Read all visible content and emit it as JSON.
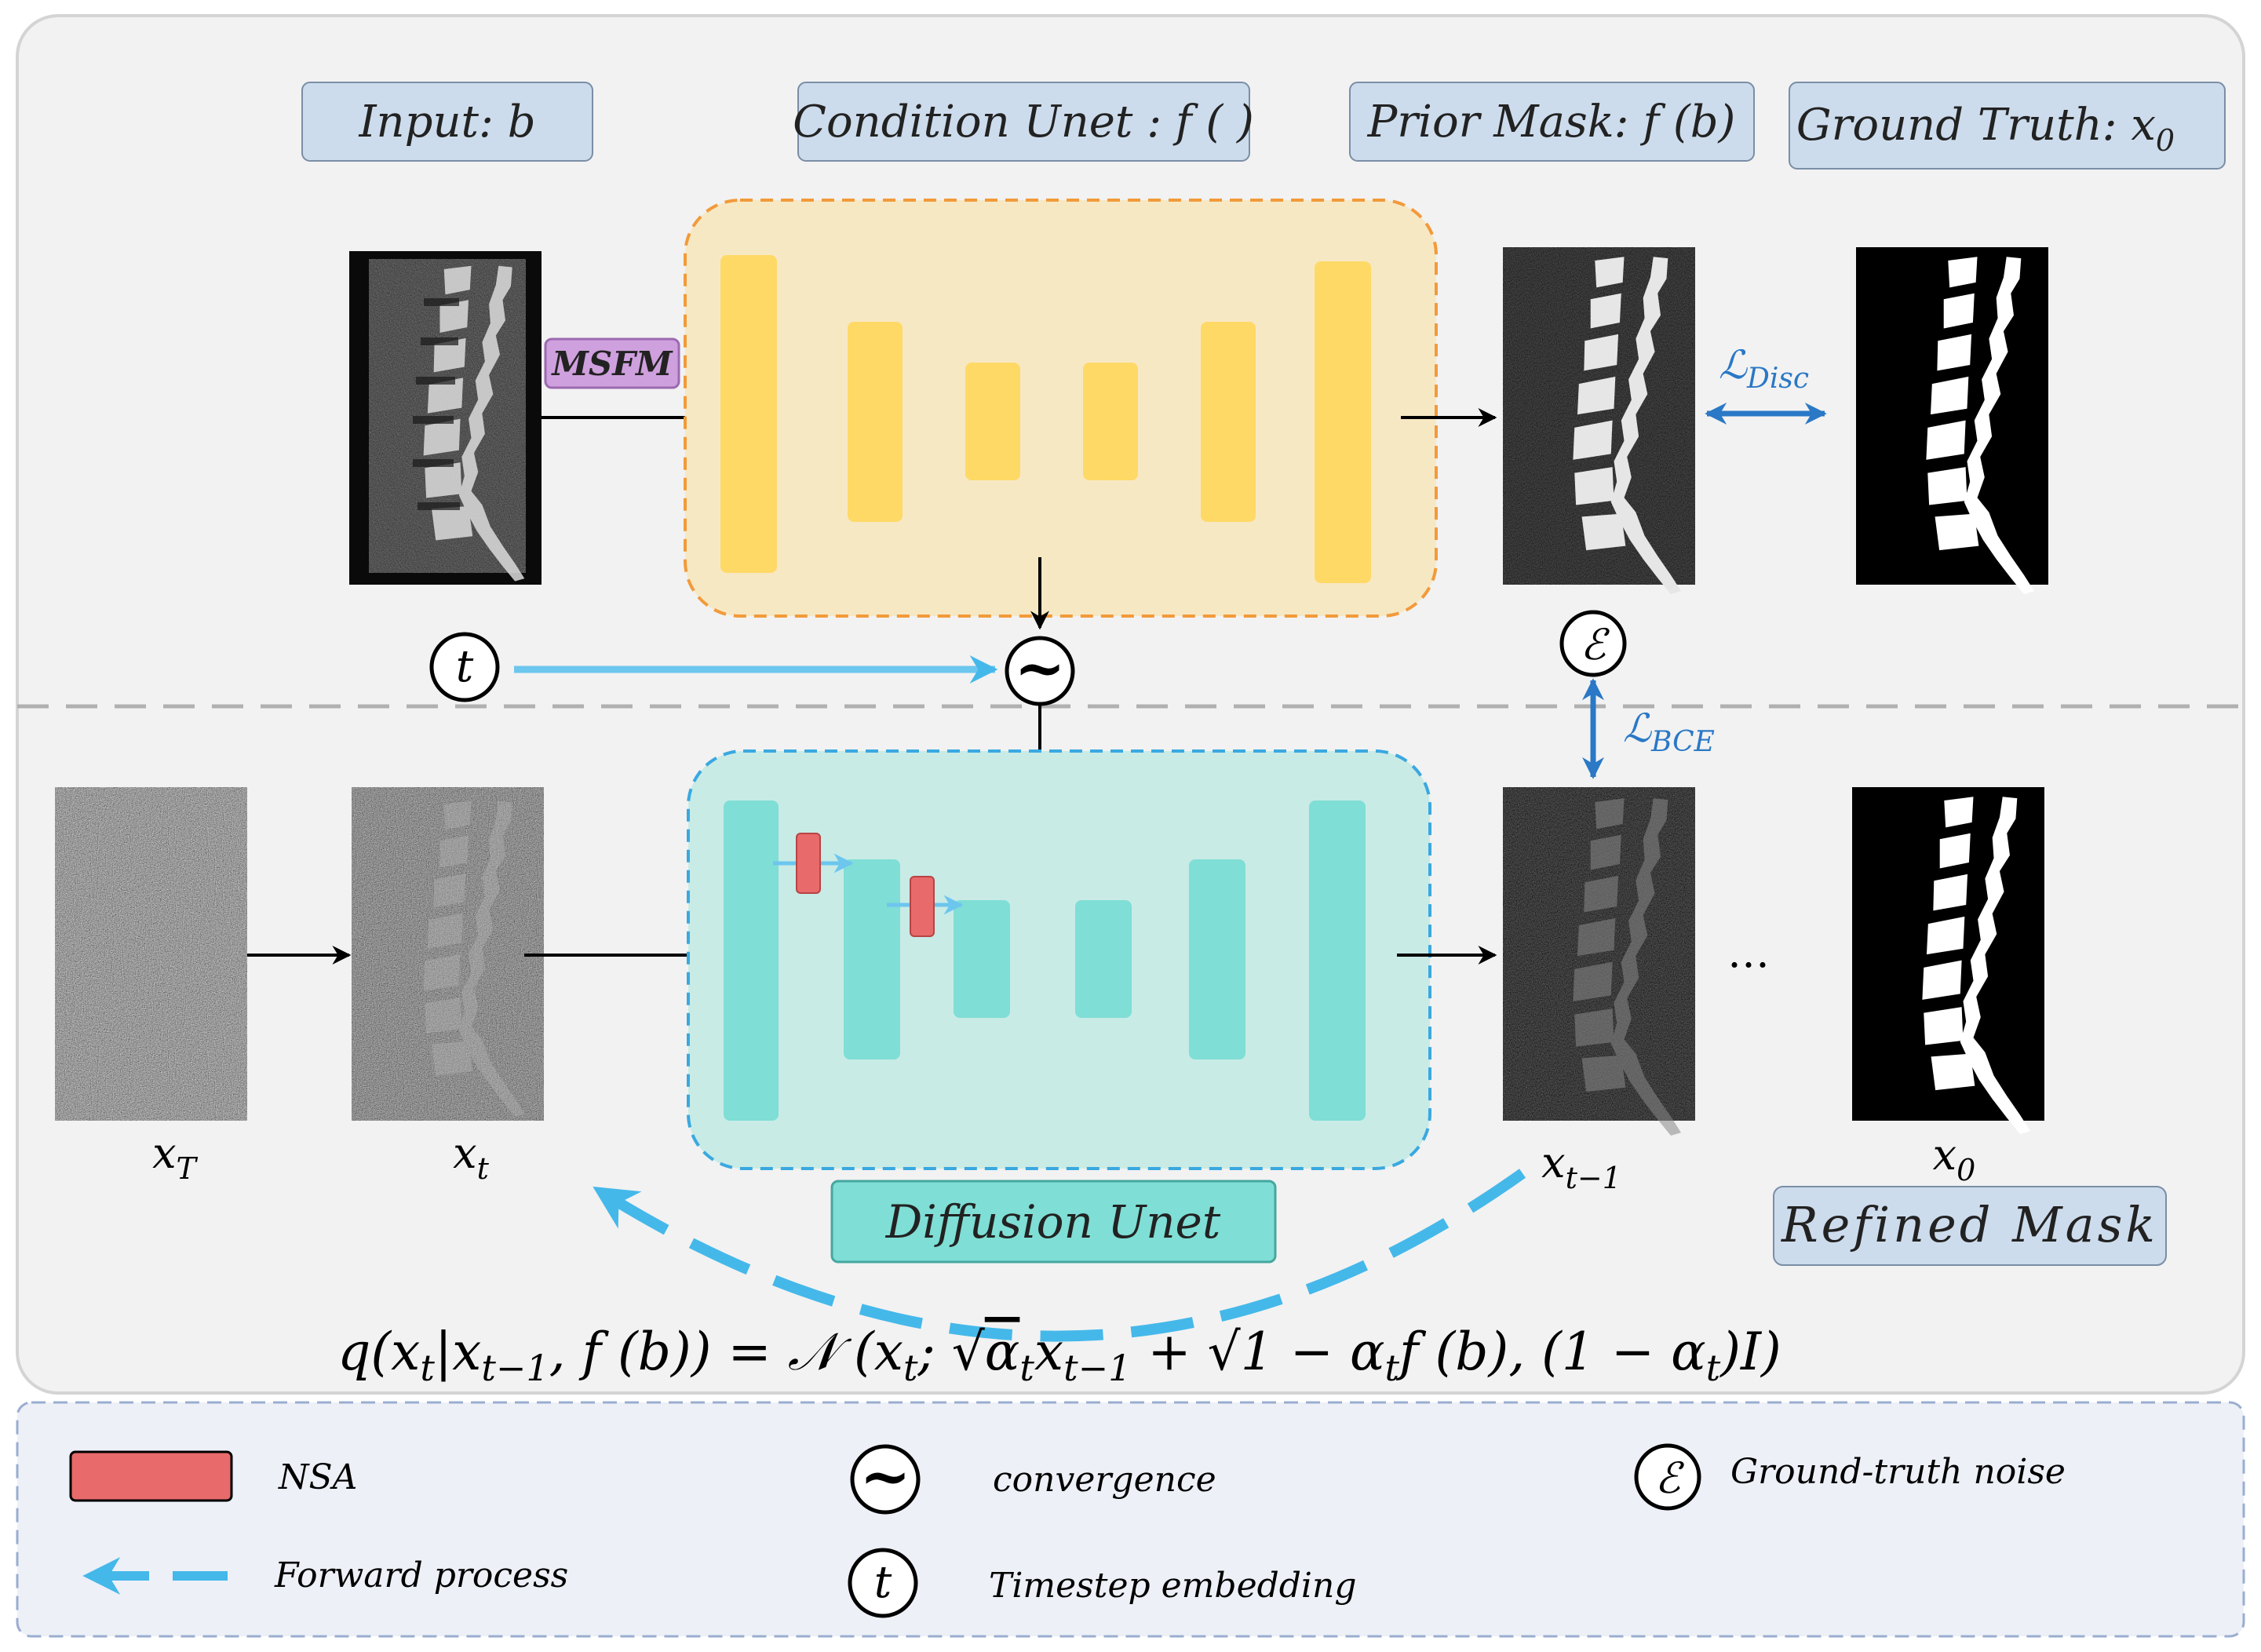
{
  "labels": {
    "input": "Input: b",
    "condition_unet": "Condition Unet : f ( )",
    "prior_mask": "Prior Mask: f (b)",
    "ground_truth": "Ground Truth: x",
    "ground_truth_sub": "0",
    "msfm": "MSFM",
    "diffusion_unet": "Diffusion Unet",
    "refined_mask": "Refined Mask",
    "ellipsis": "…"
  },
  "symbols": {
    "t": "t",
    "tilde": "~",
    "epsilon": "ℰ"
  },
  "losses": {
    "disc_main": "ℒ",
    "disc_sub": "Disc",
    "bce_main": "ℒ",
    "bce_sub": "BCE"
  },
  "image_labels": {
    "xT_main": "x",
    "xT_sub": "T",
    "xt_main": "x",
    "xt_sub": "t",
    "xt1_main": "x",
    "xt1_sub": "t−1",
    "x0_main": "x",
    "x0_sub": "0"
  },
  "formula": {
    "q": "q",
    "lhs_args": "(x",
    "lhs_t": "t",
    "lhs_bar": "|x",
    "lhs_t1": "t−1",
    "lhs_rest": ", f (b)) = 𝒩 (x",
    "n_t": "t",
    "n_semi": ";",
    "alpha": "α",
    "alpha_t": "t",
    "x_after": "x",
    "x_after_sub": "t−1",
    "plus": " + ",
    "one_minus": "1 − α",
    "one_minus_t": "t",
    "fb": "f (b), (1 − α",
    "fb_t": "t",
    "end": ")I)"
  },
  "legend": {
    "nsa": "NSA",
    "convergence": "convergence",
    "ground_truth_noise": "Ground-truth noise",
    "forward_process": "Forward process",
    "timestep_embedding": "Timestep embedding"
  },
  "colors": {
    "panel_bg": "#f2f2f2",
    "label_box": "#cddcec",
    "cond_unet_bg": "#f7e8c4",
    "cond_unet_border": "#f29a3a",
    "cond_block": "#ffd966",
    "diff_unet_bg": "#c8ebe6",
    "diff_unet_border": "#3aa8e0",
    "diff_block": "#7fded5",
    "msfm": "#cfa0de",
    "nsa": "#e86a6a",
    "forward_arrow": "#45b8ea",
    "loss_arrow": "#2a78c6"
  }
}
